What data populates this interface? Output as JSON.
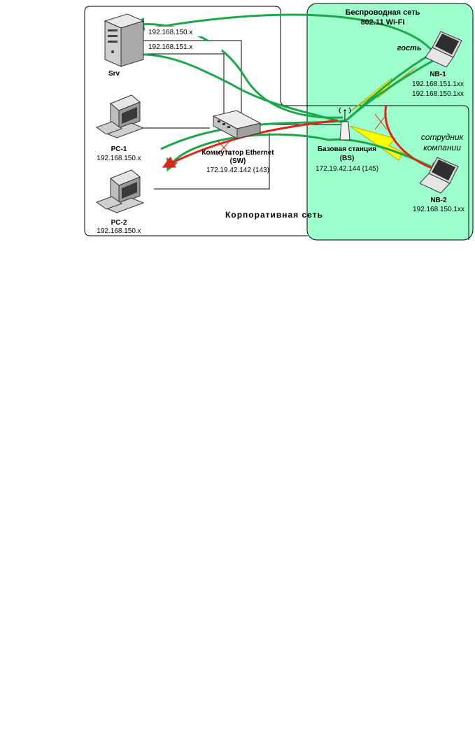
{
  "wireless": {
    "title_line1": "Беспроводная сеть",
    "title_line2": "802.11 Wi-Fi"
  },
  "corporate": {
    "title": "Корпоративная сеть"
  },
  "server": {
    "name": "Srv",
    "ip1": "192.168.150.x",
    "ip2": "192.168.151.x"
  },
  "pc1": {
    "name": "PC-1",
    "ip": "192.168.150.x"
  },
  "pc2": {
    "name": "PC-2",
    "ip": "192.168.150.x"
  },
  "switch": {
    "name_line1": "Коммутатор Ethernet",
    "name_line2": "(SW)",
    "ip": "172.19.42.142 (143)"
  },
  "base_station": {
    "name_line1": "Базовая станция",
    "name_line2": "(BS)",
    "ip": "172.19.42.144 (145)"
  },
  "nb1": {
    "role": "гость",
    "name": "NB-1",
    "ip1": "192.168.151.1xx",
    "ip2": "192.168.150.1xx"
  },
  "nb2": {
    "role_line1": "сотрудник",
    "role_line2": "компании",
    "name": "NB-2",
    "ip": "192.168.150.1xx"
  },
  "colors": {
    "wireless_fill": "#9dffcc",
    "allowed_path": "#1aa84a",
    "blocked_path": "#e2231a",
    "radio_link": "#ffff00",
    "radio_link_edge": "#b3a800",
    "cable": "#000000"
  },
  "icons": {
    "server": "server-tower-icon",
    "pc": "desktop-computer-icon",
    "switch": "ethernet-switch-icon",
    "base_station": "access-point-icon",
    "laptop": "laptop-icon",
    "blocked": "cross-mark-icon"
  }
}
